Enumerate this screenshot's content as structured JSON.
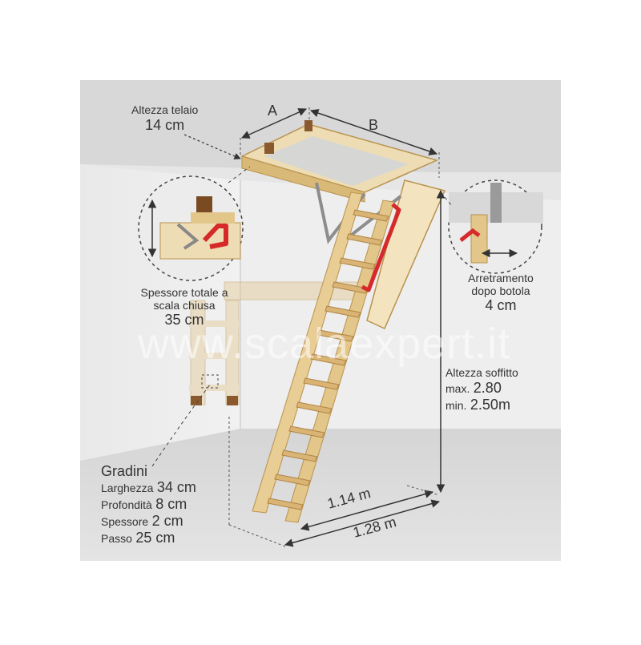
{
  "watermark": "www.scalaexpert.it",
  "dimensions": {
    "a": "A",
    "b": "B",
    "frame_height": {
      "title": "Altezza telaio",
      "value": "14 cm"
    },
    "total_thickness": {
      "line1": "Spessore totale a",
      "line2": "scala chiusa",
      "value": "35 cm"
    },
    "setback": {
      "line1": "Arretramento",
      "line2": "dopo botola",
      "value": "4 cm"
    },
    "ceiling_height": {
      "title": "Altezza soffitto",
      "max_label": "max.",
      "max_value": "2.80",
      "min_label": "min.",
      "min_value": "2.50m"
    },
    "footprint_inner": "1.14 m",
    "footprint_outer": "1.28 m"
  },
  "steps": {
    "title": "Gradini",
    "rows": [
      {
        "label": "Larghezza",
        "value": "34 cm"
      },
      {
        "label": "Profondità",
        "value": "8 cm"
      },
      {
        "label": "Spessore",
        "value": "2 cm"
      },
      {
        "label": "Passo",
        "value": "25 cm"
      }
    ]
  },
  "colors": {
    "room_wall": "#e8e8e8",
    "ceiling": "#d9d9d9",
    "wood": "#e9cf9a",
    "wood_edge": "#b8924e",
    "handrail": "#d62a2a",
    "dimension_line": "#333333"
  }
}
